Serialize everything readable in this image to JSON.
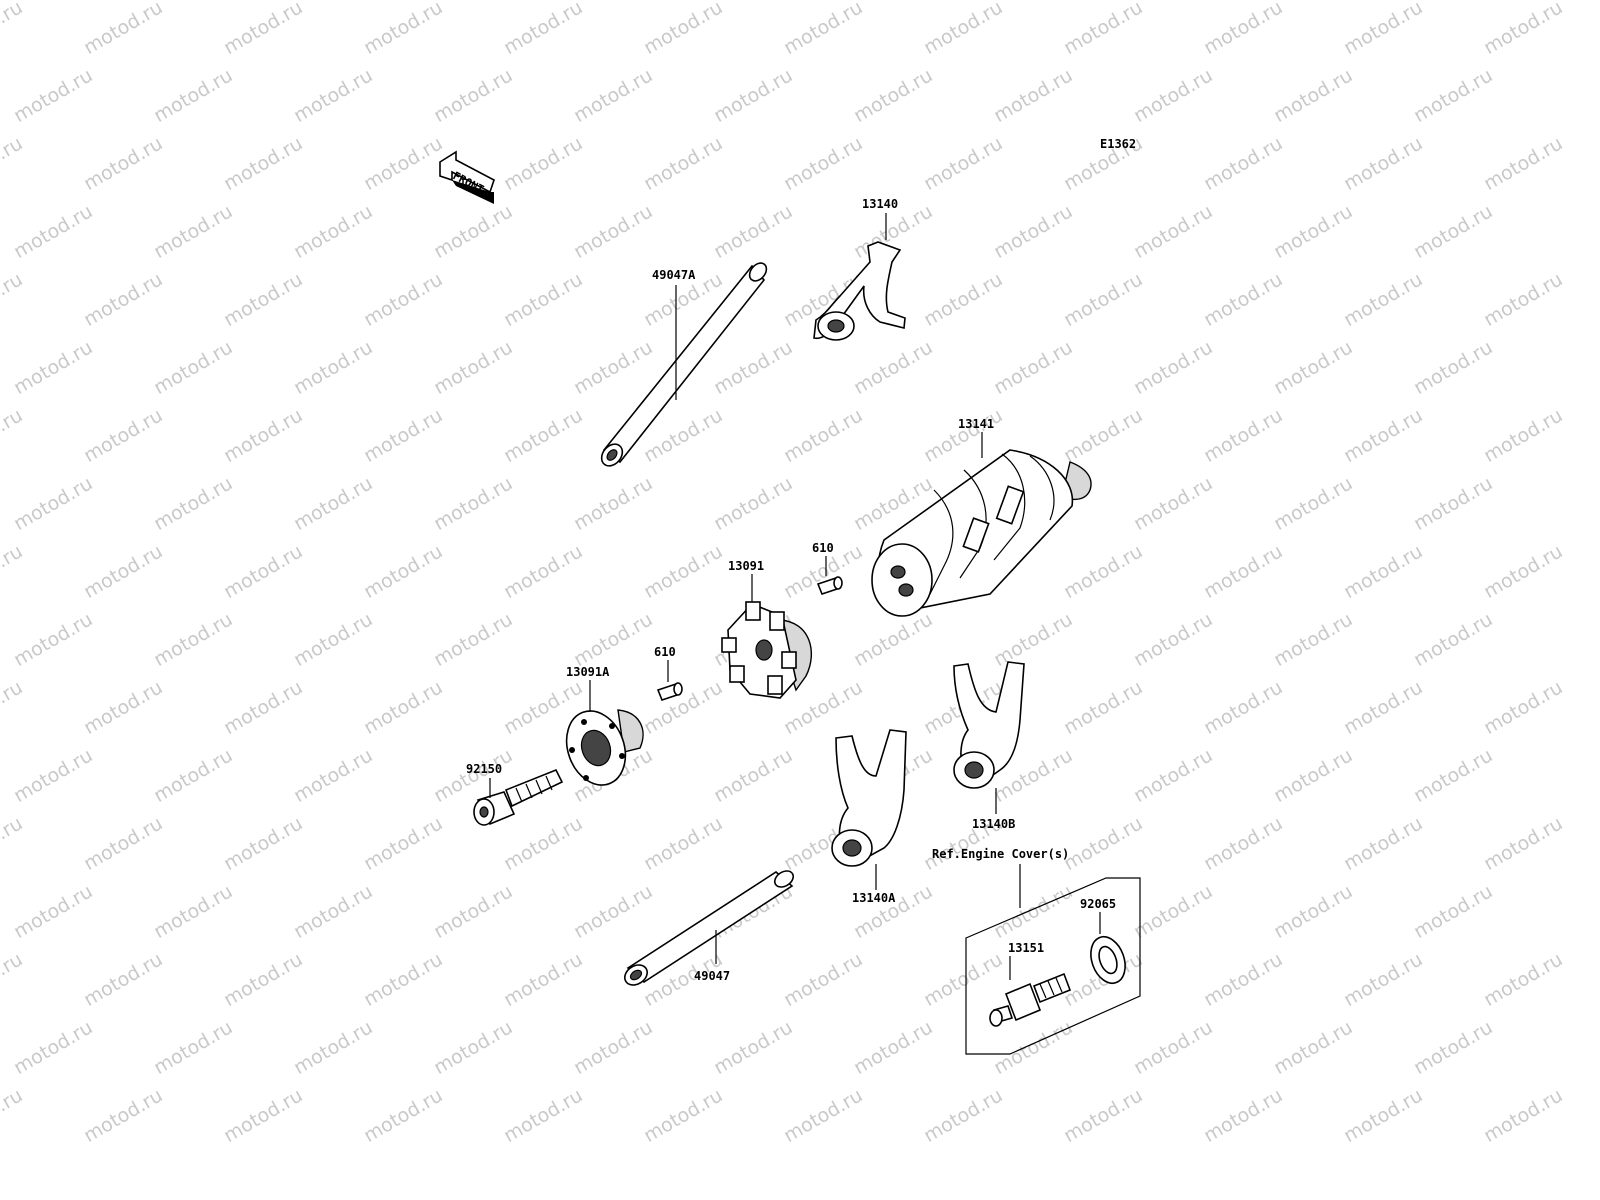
{
  "diagram": {
    "code": "E1362",
    "front_label": "FRONT",
    "watermark": "motod.ru",
    "ref_note": "Ref.Engine Cover(s)",
    "parts": {
      "p13140": "13140",
      "p49047A": "49047A",
      "p13141": "13141",
      "p13091": "13091",
      "p610_upper": "610",
      "p610_lower": "610",
      "p13091A": "13091A",
      "p92150": "92150",
      "p13140B": "13140B",
      "p13140A": "13140A",
      "p49047": "49047",
      "p92065": "92065",
      "p13151": "13151"
    }
  }
}
